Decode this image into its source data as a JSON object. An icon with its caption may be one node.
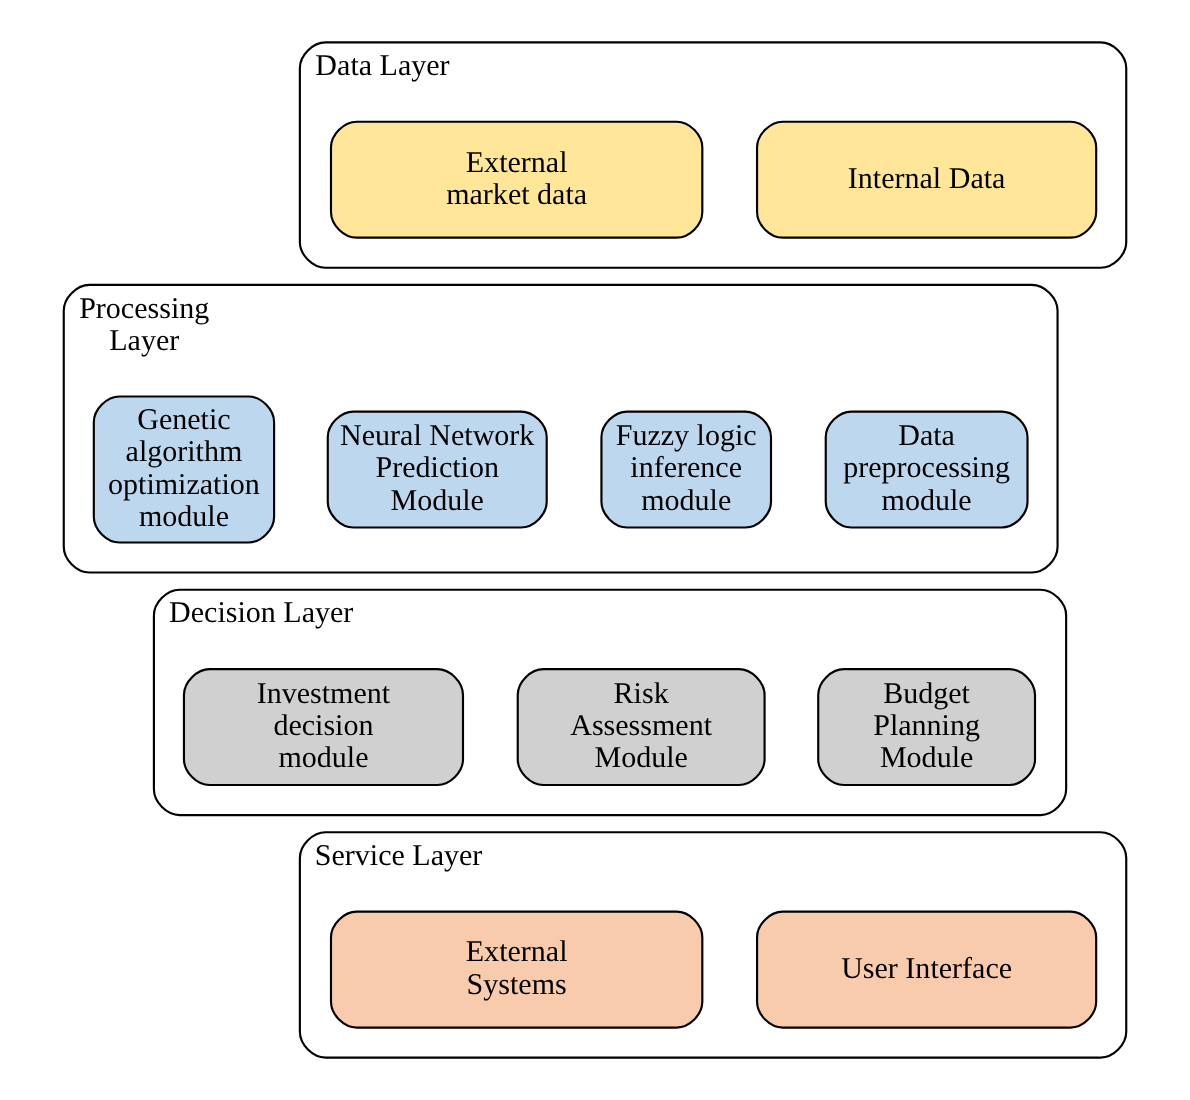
{
  "diagram": {
    "nodes": [
      {
        "text": [
          "Data Layer"
        ]
      },
      {
        "text": [
          "Internal Data"
        ],
        "in": 0
      },
      {
        "text": [
          "External market data"
        ],
        "in": 0
      },
      {
        "text": [
          "Processing Layer"
        ]
      },
      {
        "text": [
          "Data preprocessing module"
        ],
        "in": 3
      },
      {
        "text": [
          "Fuzzy logic inference module"
        ],
        "in": 3
      },
      {
        "text": [
          "Neural Network Prediction Module"
        ],
        "in": 3
      },
      {
        "text": [
          "Genetic algorithm optimization module"
        ],
        "in": 3
      },
      {
        "text": [
          "Decision Layer"
        ]
      },
      {
        "text": [
          "Budget Planning Module"
        ],
        "in": 8
      },
      {
        "text": [
          "Risk Assessment Module"
        ],
        "in": 8
      },
      {
        "text": [
          "Investment decision module"
        ],
        "in": 8
      },
      {
        "text": [
          "Service Layer"
        ]
      },
      {
        "text": [
          "User Interface"
        ],
        "in": 12
      },
      {
        "text": [
          "External Systems"
        ],
        "in": 12
      }
    ],
    "edges": []
  }
}
